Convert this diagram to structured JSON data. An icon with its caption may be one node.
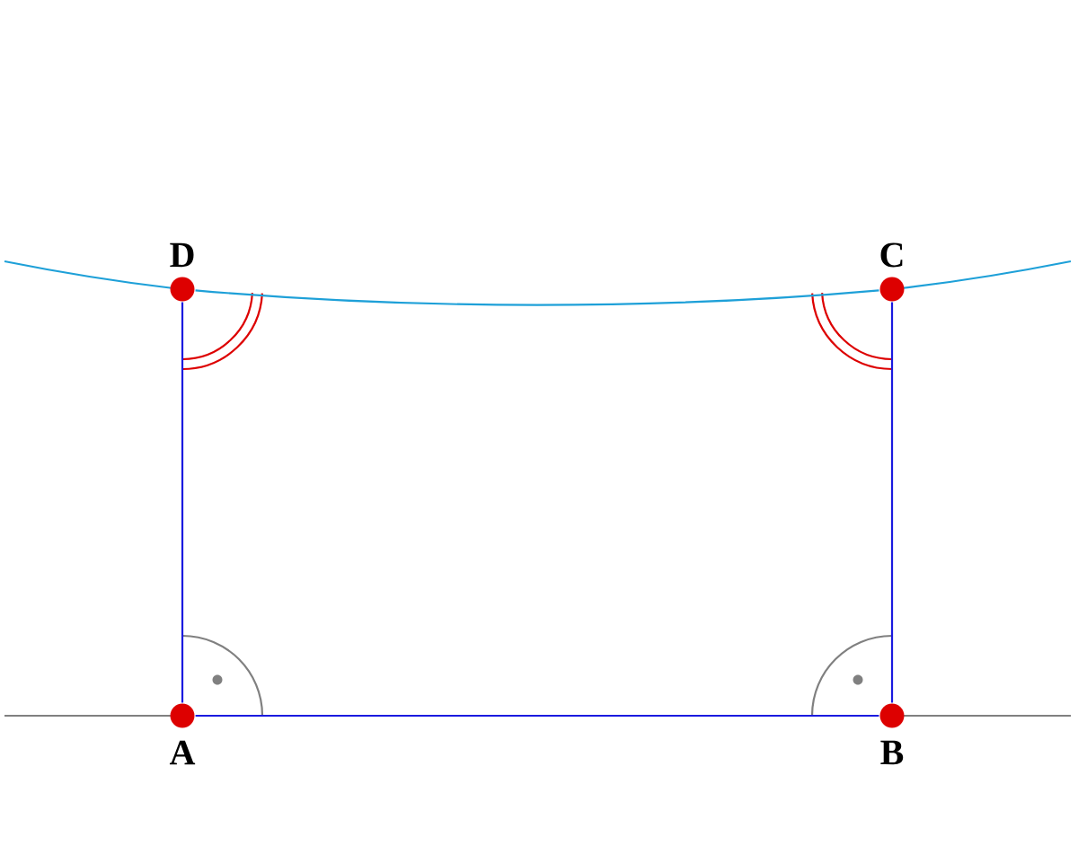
{
  "diagram": {
    "nodes": [
      {
        "text": [
          "A"
        ]
      },
      {
        "text": [
          "B"
        ]
      },
      {
        "text": [
          "C"
        ]
      },
      {
        "text": [
          "D"
        ]
      }
    ],
    "edges": [
      {
        "from": 0,
        "to": 1,
        "arrow": "none"
      },
      {
        "from": 1,
        "to": 2,
        "arrow": "none"
      },
      {
        "from": 3,
        "to": 0,
        "arrow": "none"
      },
      {
        "from": 3,
        "to": 2,
        "arrow": "none",
        "color": "#1ea0d8"
      }
    ]
  }
}
